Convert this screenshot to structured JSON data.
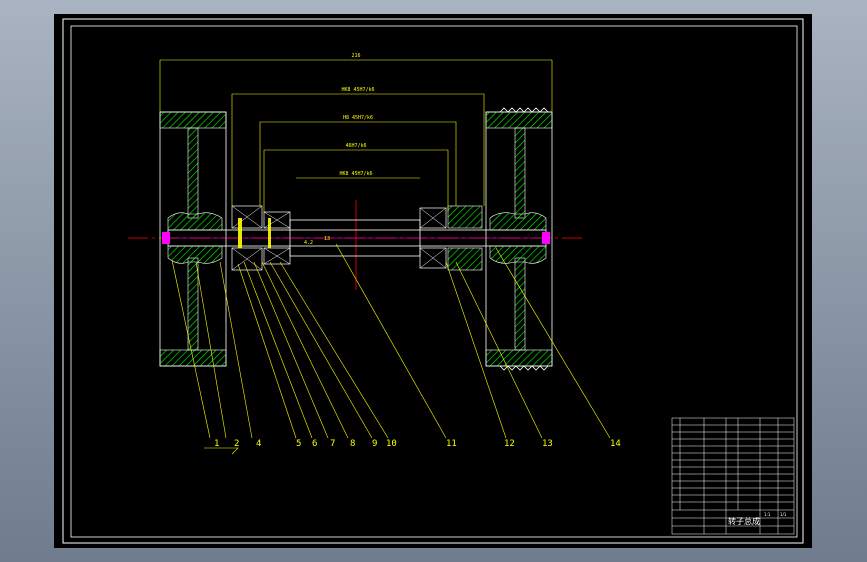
{
  "dimensions": {
    "overall": "216",
    "d1": "HK8 45H7/k6",
    "d2": "H8 45H7/k6",
    "d3": "46H7/k6",
    "d4": "HK8 45H7/k6",
    "shaft_note": "4.2",
    "inner_note": "13"
  },
  "parts": [
    "1",
    "2",
    "4",
    "5",
    "6",
    "7",
    "8",
    "9",
    "10",
    "11",
    "12",
    "13",
    "14"
  ],
  "title_block": {
    "title": "转子总成",
    "scale": "1:1",
    "sheet": "1/1"
  },
  "colors": {
    "background": "#000000",
    "outline": "#ffffff",
    "hatch": "#00ff00",
    "dimension": "#ffff00",
    "centerline": "#ff0000",
    "part": "#ff00ff"
  }
}
